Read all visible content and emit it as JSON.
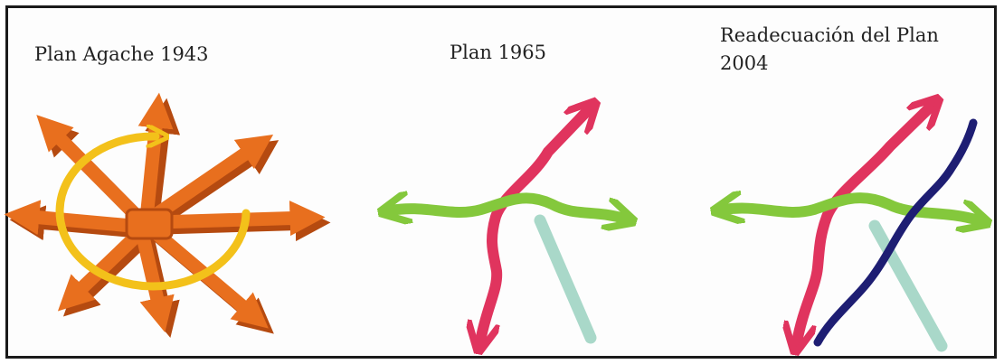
{
  "panels": [
    {
      "title": "Plan Agache 1943"
    },
    {
      "title": "Plan 1965"
    },
    {
      "title": "Readecuación del Plan\n2004"
    }
  ],
  "colors": {
    "orange_arrow": "#e86f1e",
    "orange_shadow": "#b54a10",
    "yellow_ring": "#f3c11a",
    "red_arrow": "#e0345e",
    "green_arrow": "#84c83c",
    "pale_line": "#a9d8c9",
    "navy_line": "#1e1e73",
    "border": "#1a1a1a"
  }
}
